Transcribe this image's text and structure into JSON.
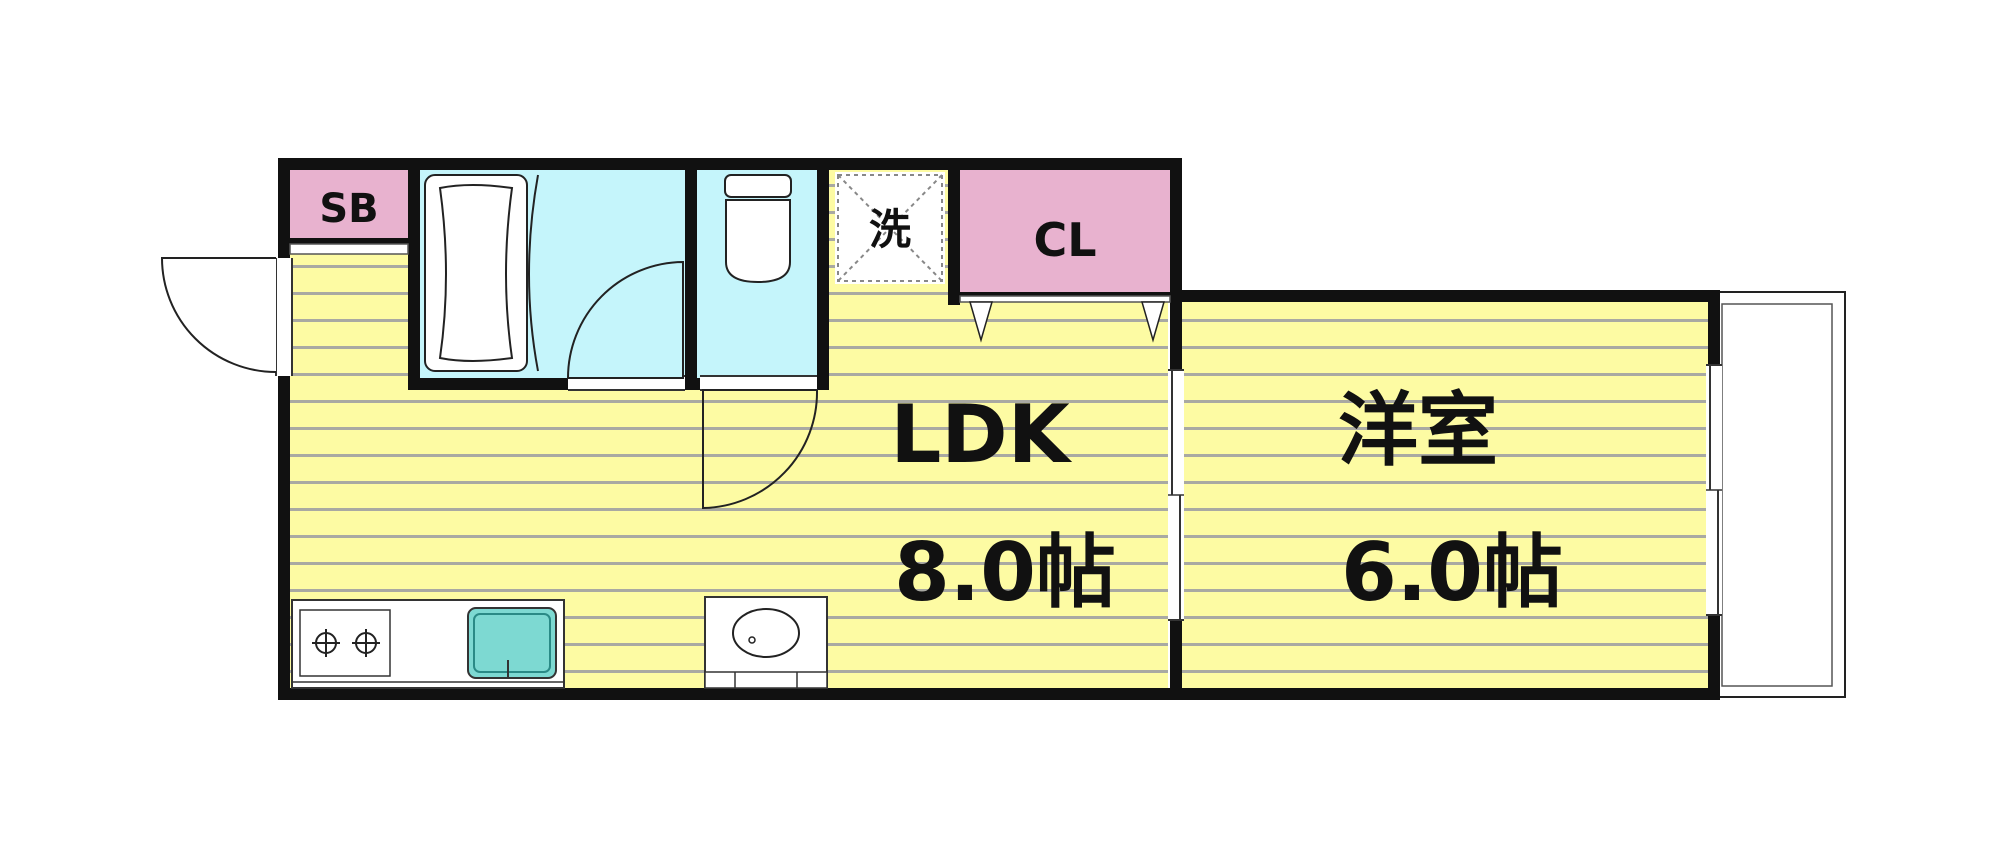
{
  "rooms": {
    "shoe_box": {
      "label": "SB"
    },
    "closet": {
      "label": "CL"
    },
    "washer": {
      "label": "洗"
    },
    "ldk": {
      "label": "LDK",
      "size": "8.0帖"
    },
    "western_room": {
      "label": "洋室",
      "size": "6.0帖"
    }
  },
  "colors": {
    "floor": "#fdfba3",
    "floor_line": "#a9a9a2",
    "wall": "#111111",
    "storage": "#e8b2cf",
    "wet_area": "#c5f5fb",
    "sink_basin": "#7dd9d2"
  },
  "icons": [
    "door-swing-icon",
    "bathtub-icon",
    "toilet-icon",
    "stove-icon",
    "sink-icon",
    "washbasin-icon",
    "window-icon"
  ]
}
